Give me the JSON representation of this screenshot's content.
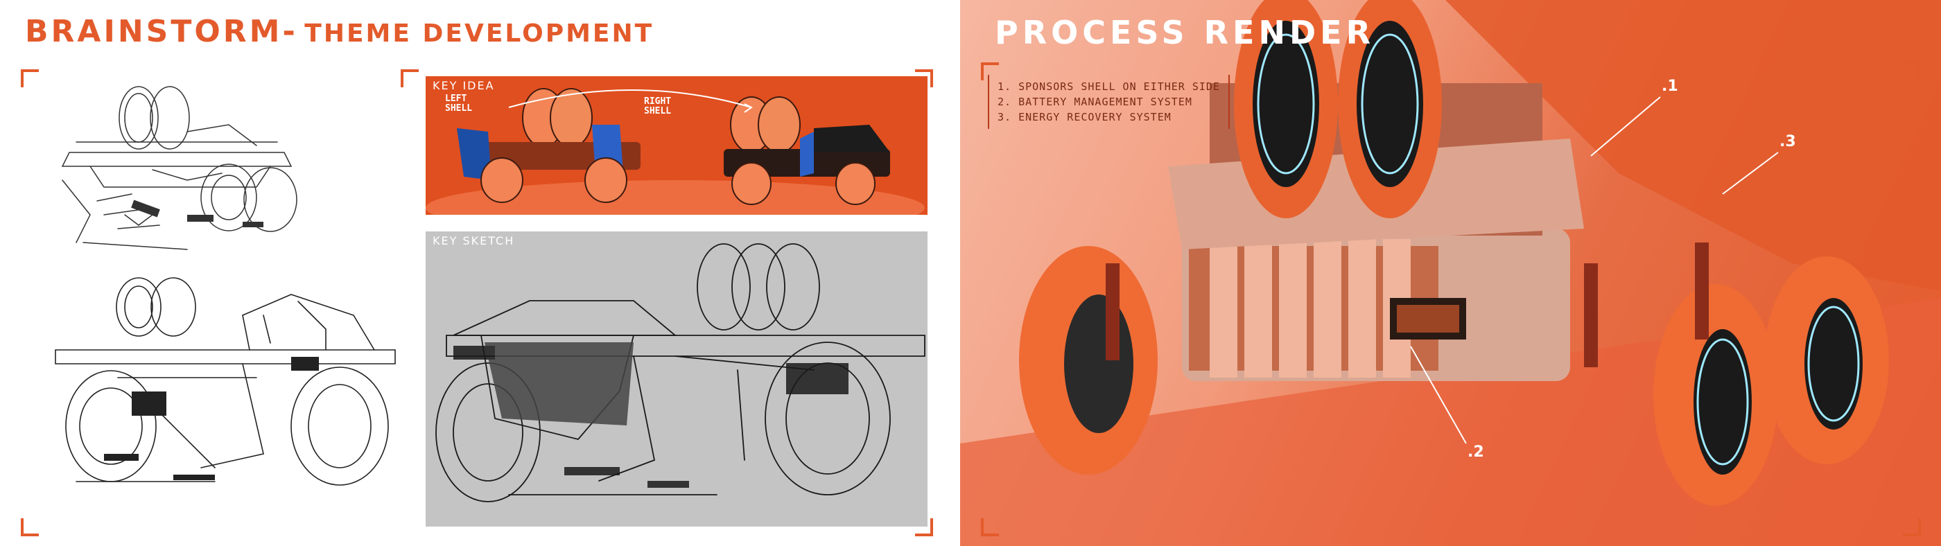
{
  "left": {
    "title_big": "BRAINSTORM-",
    "title_small": "THEME DEVELOPMENT",
    "key_idea": {
      "label": "KEY IDEA",
      "left_note": "LEFT\nSHELL",
      "right_note": "RIGHT\nSHELL"
    },
    "key_sketch": {
      "label": "KEY SKETCH"
    }
  },
  "right": {
    "title": "PROCESS RENDER",
    "legend": [
      "1. SPONSORS SHELL ON EITHER SIDE",
      "2. BATTERY MANAGEMENT SYSTEM",
      "3. ENERGY RECOVERY SYSTEM"
    ],
    "callouts": [
      ".1",
      ".3",
      ".2"
    ]
  },
  "colors": {
    "accent": "#e35a2b",
    "key_idea_bg": "#e04f1f",
    "key_sketch_bg": "#c4c4c4",
    "render_bg": "#f29a7b"
  }
}
